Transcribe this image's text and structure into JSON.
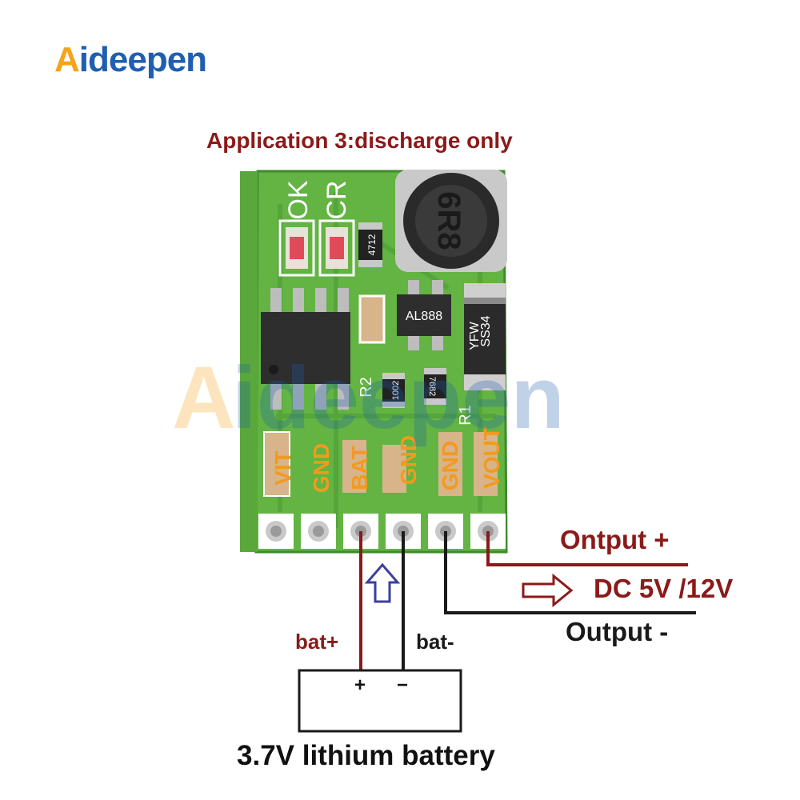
{
  "brand": {
    "logo_first": "A",
    "logo_rest": "ideepen",
    "watermark_first": "A",
    "watermark_rest": "ideepen"
  },
  "title": "Application 3:discharge only",
  "board": {
    "silkscreen": {
      "ok": "OK",
      "cr": "CR",
      "r2": "R2",
      "r1": "R1"
    },
    "chips": {
      "ic_main": "AL888",
      "diode_line1": "YFW",
      "diode_line2": "SS34",
      "resistor_1": "1002",
      "resistor_2": "7682",
      "resistor_3": "4712",
      "inductor": "6R8"
    },
    "pins": [
      "VIT",
      "GND",
      "BAT",
      "GND",
      "GND",
      "VOUT"
    ]
  },
  "output": {
    "plus_label": "Ontput +",
    "voltage_label": "DC 5V /12V",
    "minus_label": "Output -"
  },
  "battery": {
    "plus_wire_label": "bat+",
    "minus_wire_label": "bat-",
    "plus_terminal": "+",
    "minus_terminal": "−",
    "caption": "3.7V lithium battery"
  },
  "colors": {
    "wire_positive": "#8b1a1a",
    "wire_negative": "#1a1a1a",
    "arrow_blue": "#3b3f9e",
    "pcb_green": "#63b443",
    "pin_label_orange": "#f39a1e"
  }
}
